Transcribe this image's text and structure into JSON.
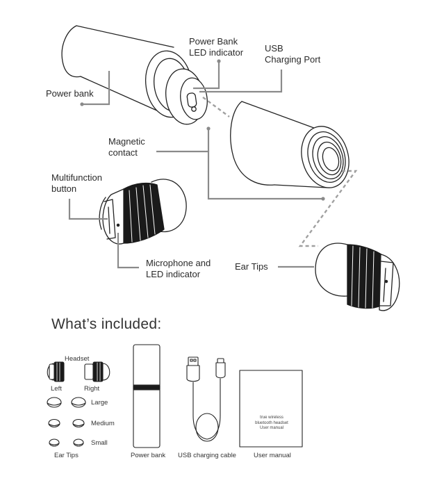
{
  "diagram": {
    "labels": {
      "power_bank": "Power bank",
      "power_bank_led_line1": "Power Bank",
      "power_bank_led_line2": "LED indicator",
      "usb_port_line1": "USB",
      "usb_port_line2": "Charging Port",
      "magnetic_line1": "Magnetic",
      "magnetic_line2": "contact",
      "multifunction_line1": "Multifunction",
      "multifunction_line2": "button",
      "microphone_line1": "Microphone and",
      "microphone_line2": "LED indicator",
      "ear_tips": "Ear Tips"
    }
  },
  "included": {
    "title": "What’s included:",
    "headset_label": "Headset",
    "left_label": "Left",
    "right_label": "Right",
    "tip_sizes": [
      "Large",
      "Medium",
      "Small"
    ],
    "ear_tips_label": "Ear Tips",
    "power_bank_label": "Power bank",
    "cable_label": "USB charging cable",
    "manual_label": "User manual",
    "manual_cover_line1": "true wireless",
    "manual_cover_line2": "bluetooth headset",
    "manual_cover_line3": "User manual"
  },
  "colors": {
    "line": "#222222",
    "leader": "#8a8a8a",
    "dashed": "#a0a0a0",
    "band": "#1a1a1a"
  }
}
